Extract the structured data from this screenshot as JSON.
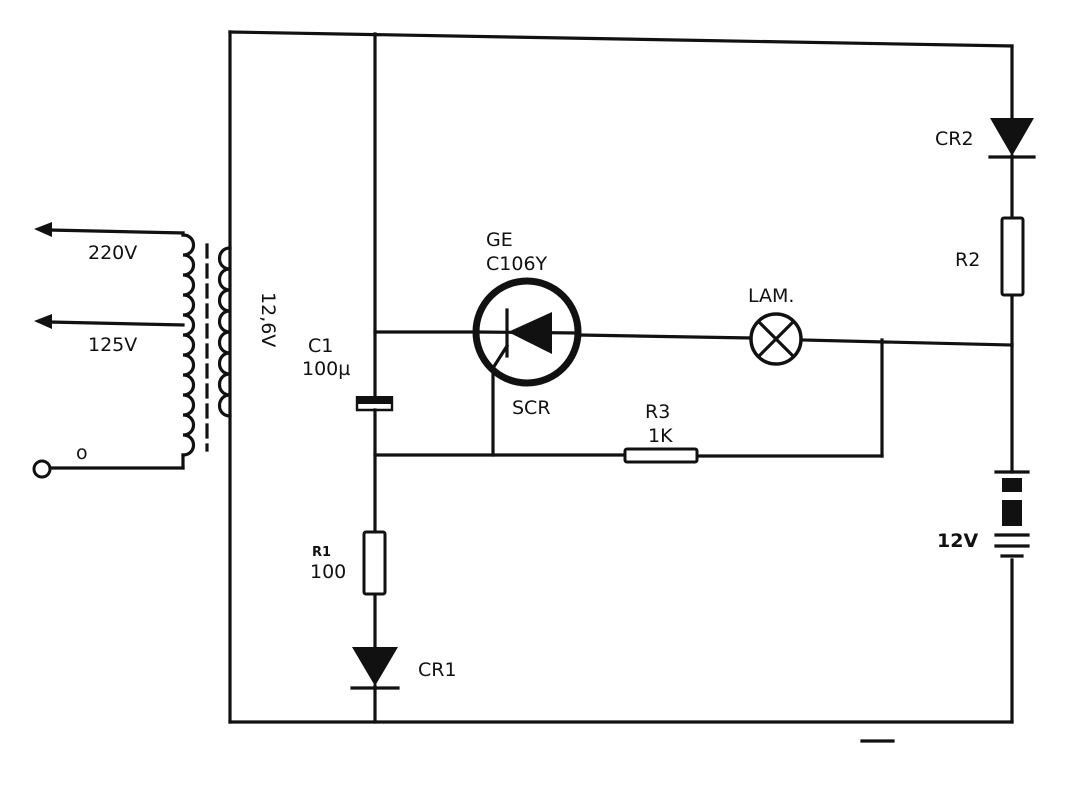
{
  "labels": {
    "v220": "220V",
    "v125": "125V",
    "v_common": "o",
    "secondary": "12,6V",
    "c1_name": "C1",
    "c1_value": "100µ",
    "r1_name": "R1",
    "r1_value": "100",
    "cr1": "CR1",
    "scr_line1": "GE",
    "scr_line2": "C106Y",
    "scr_name": "SCR",
    "r3_name": "R3",
    "r3_value": "1K",
    "lamp": "LAM.",
    "cr2": "CR2",
    "r2": "R2",
    "battery": "12V"
  },
  "colors": {
    "ink": "#111111",
    "paper": "#ffffff"
  }
}
